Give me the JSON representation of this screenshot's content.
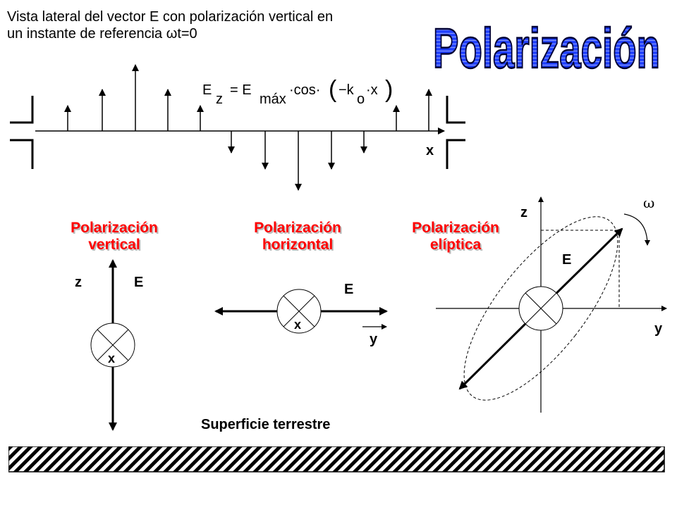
{
  "caption": {
    "line1": "Vista lateral del vector E con polarización vertical en",
    "line2": "un instante de referencia ωt=0"
  },
  "title": "Polarización",
  "formula": {
    "E": "E",
    "sub_z": "z",
    "eq": "= E",
    "sub_max": "máx",
    "cos": "·cos·",
    "paren_open": "(",
    "minus_k": "−k",
    "sub_o": "o",
    "dot_x": "·x",
    "paren_close": ")"
  },
  "axis_x_label": "x",
  "panels": {
    "vertical": {
      "title_line1": "Polarización",
      "title_line2": "vertical",
      "z_label": "z",
      "e_label": "E",
      "x_label": "x"
    },
    "horizontal": {
      "title_line1": "Polarización",
      "title_line2": "horizontal",
      "e_label": "E",
      "x_label": "x",
      "y_label": "y"
    },
    "elliptical": {
      "title_line1": "Polarización",
      "title_line2": "elíptica",
      "z_label": "z",
      "e_label": "E",
      "y_label": "y",
      "omega_label": "ω"
    }
  },
  "ground_label": "Superficie terrestre",
  "colors": {
    "title_fill": "#0000ff",
    "panel_title": "#ff0000",
    "lines": "#000000"
  }
}
